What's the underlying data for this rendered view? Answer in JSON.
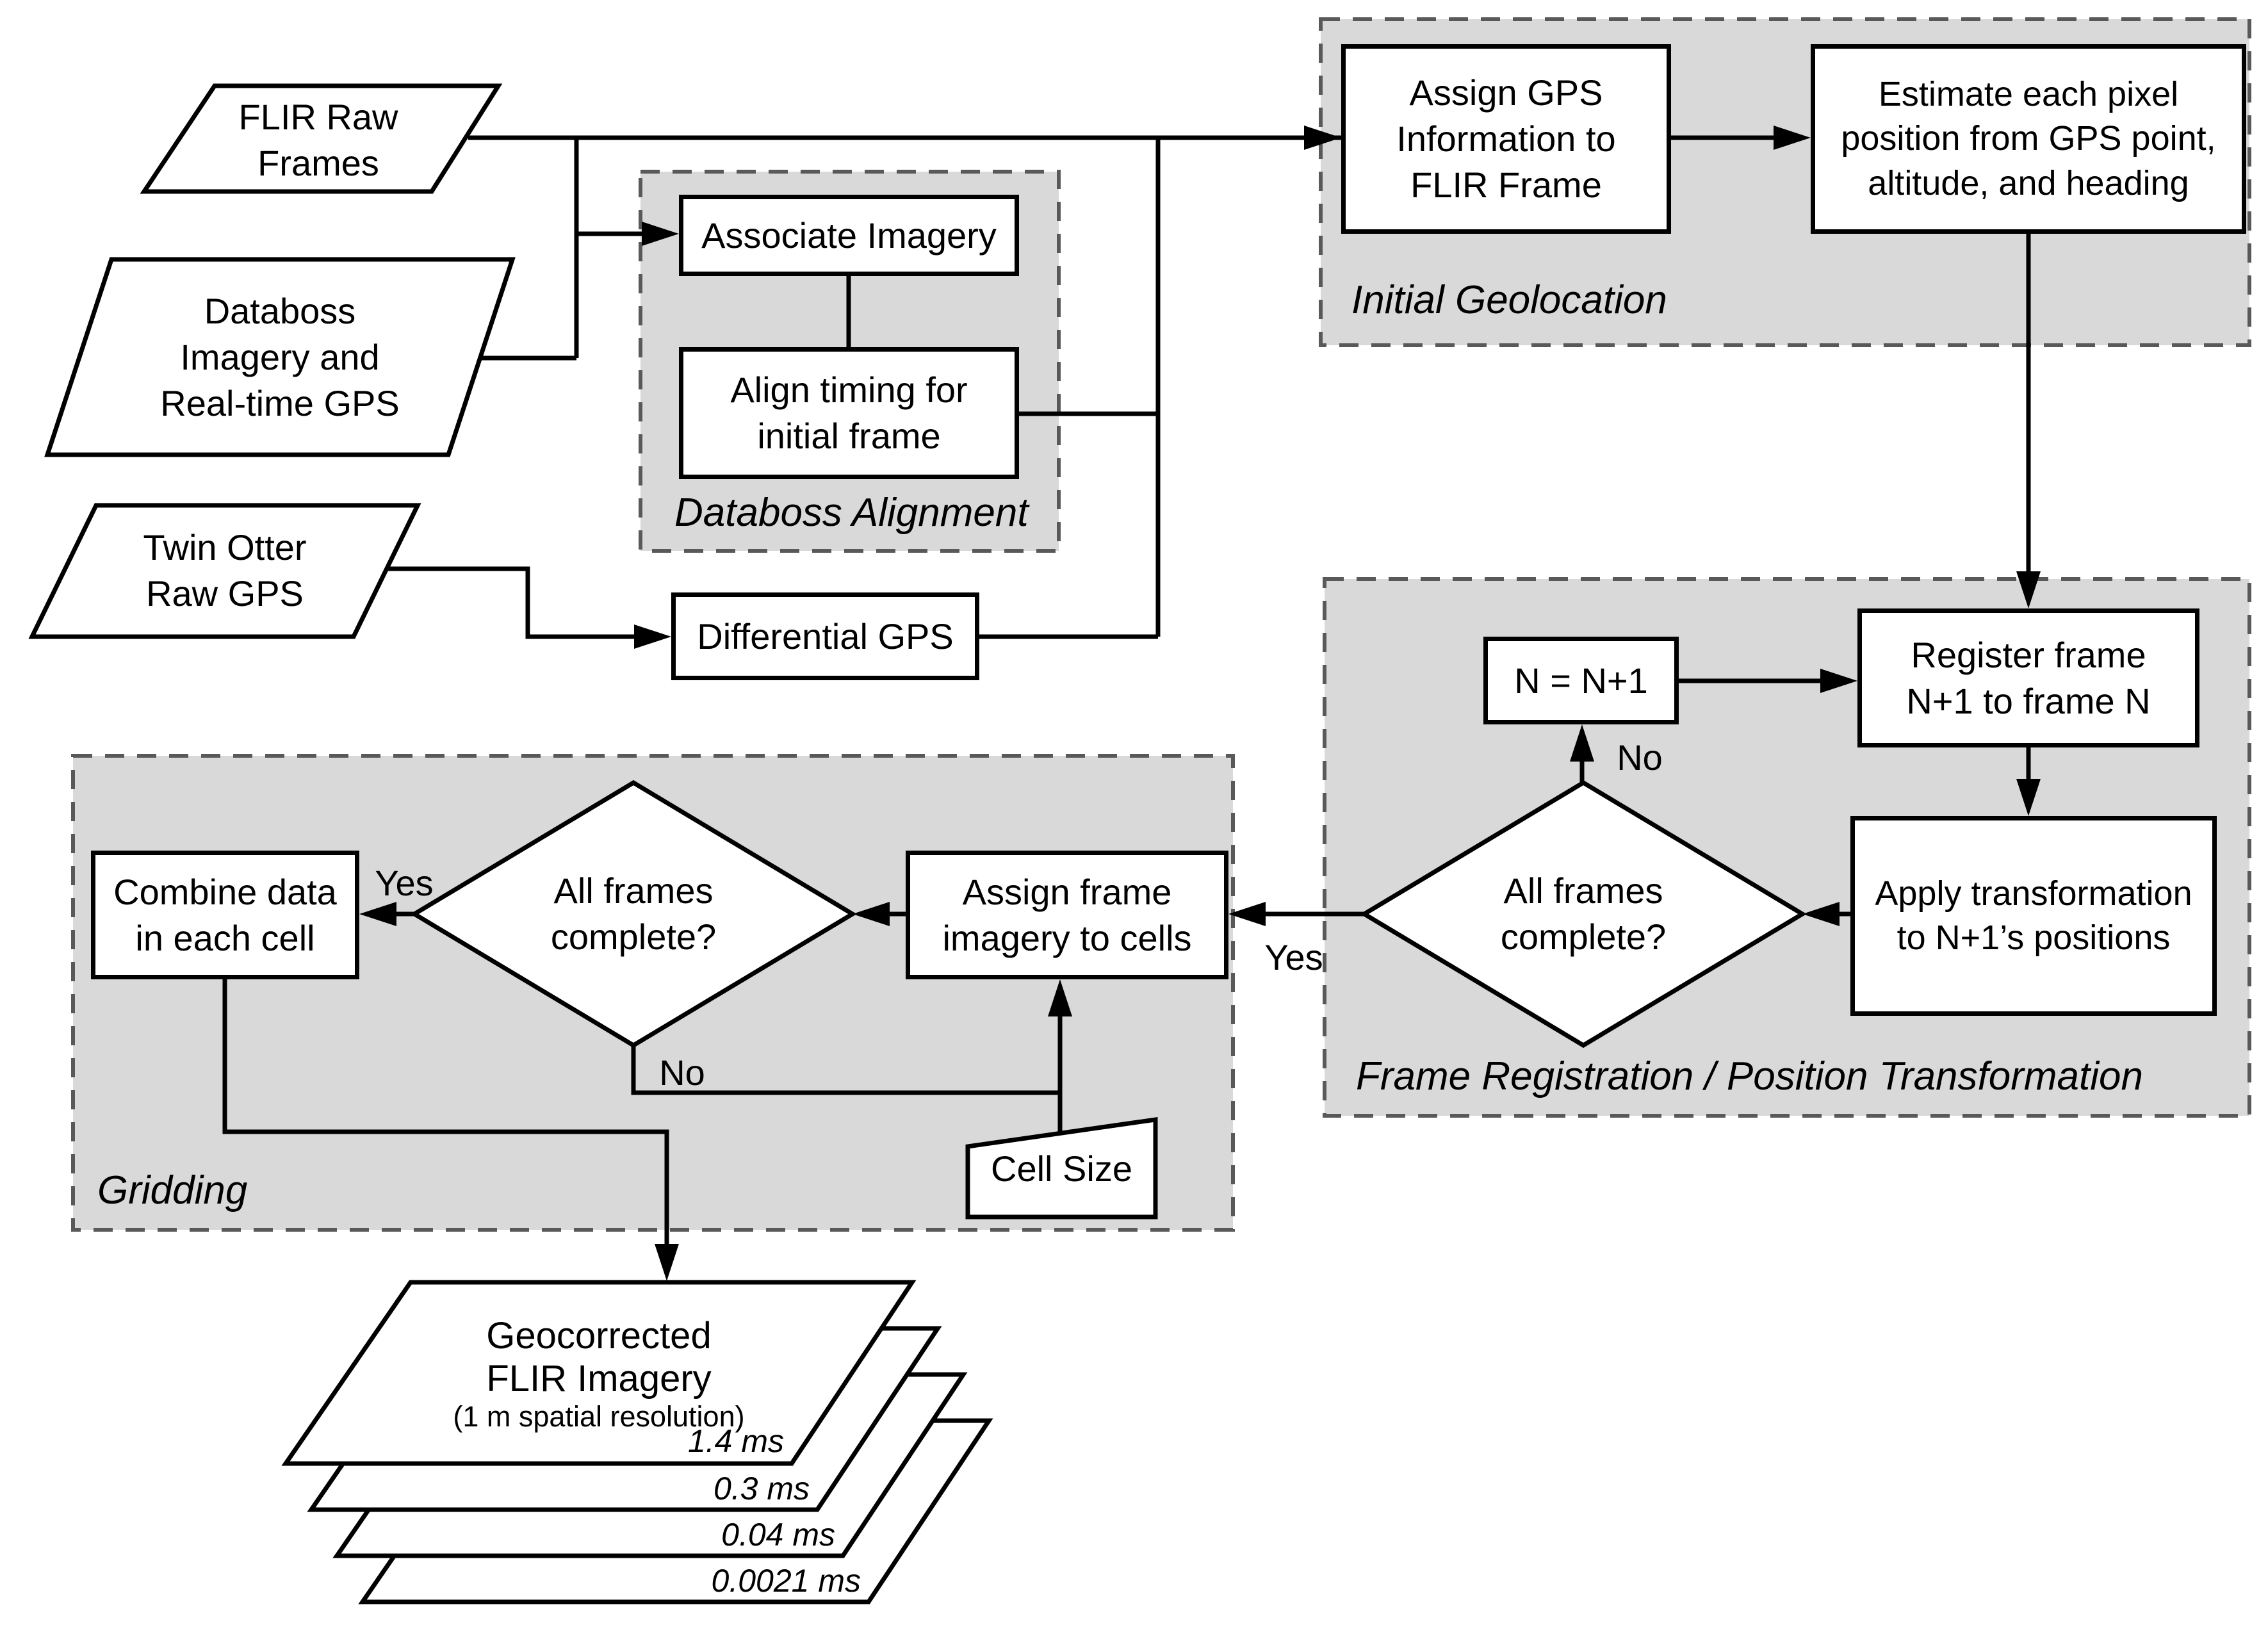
{
  "diagram": {
    "colors": {
      "background": "#ffffff",
      "group_fill": "#d9d9d9",
      "group_border": "#595959",
      "line": "#000000",
      "node_fill": "#ffffff"
    },
    "inputs": {
      "flir_raw_frames": "FLIR Raw\nFrames",
      "databoss_imagery": "Databoss\nImagery and\nReal-time GPS",
      "twin_otter_gps": "Twin Otter\nRaw GPS"
    },
    "standalone": {
      "differential_gps": "Differential GPS"
    },
    "groups": {
      "databoss_alignment": {
        "label": "Databoss Alignment",
        "associate_imagery": "Associate Imagery",
        "align_timing": "Align timing for\ninitial frame"
      },
      "initial_geolocation": {
        "label": "Initial Geolocation",
        "assign_gps": "Assign GPS\nInformation to\nFLIR Frame",
        "estimate_pixel": "Estimate each pixel\nposition from GPS point,\naltitude, and heading"
      },
      "frame_registration": {
        "label": "Frame Registration / Position Transformation",
        "increment": "N = N+1",
        "register_frame": "Register frame\nN+1 to frame N",
        "apply_transformation": "Apply transformation\nto N+1’s positions",
        "decision": "All frames\ncomplete?",
        "no_label": "No",
        "yes_label": "Yes"
      },
      "gridding": {
        "label": "Gridding",
        "combine_data": "Combine data\nin each cell",
        "decision": "All frames\ncomplete?",
        "assign_cells": "Assign frame\nimagery to cells",
        "cell_size": "Cell Size",
        "yes_label": "Yes",
        "no_label": "No"
      }
    },
    "output_stack": {
      "title": "Geocorrected\nFLIR Imagery",
      "subtitle": "(1 m spatial resolution)",
      "layers": [
        "1.4 ms",
        "0.3 ms",
        "0.04 ms",
        "0.0021 ms"
      ]
    }
  }
}
